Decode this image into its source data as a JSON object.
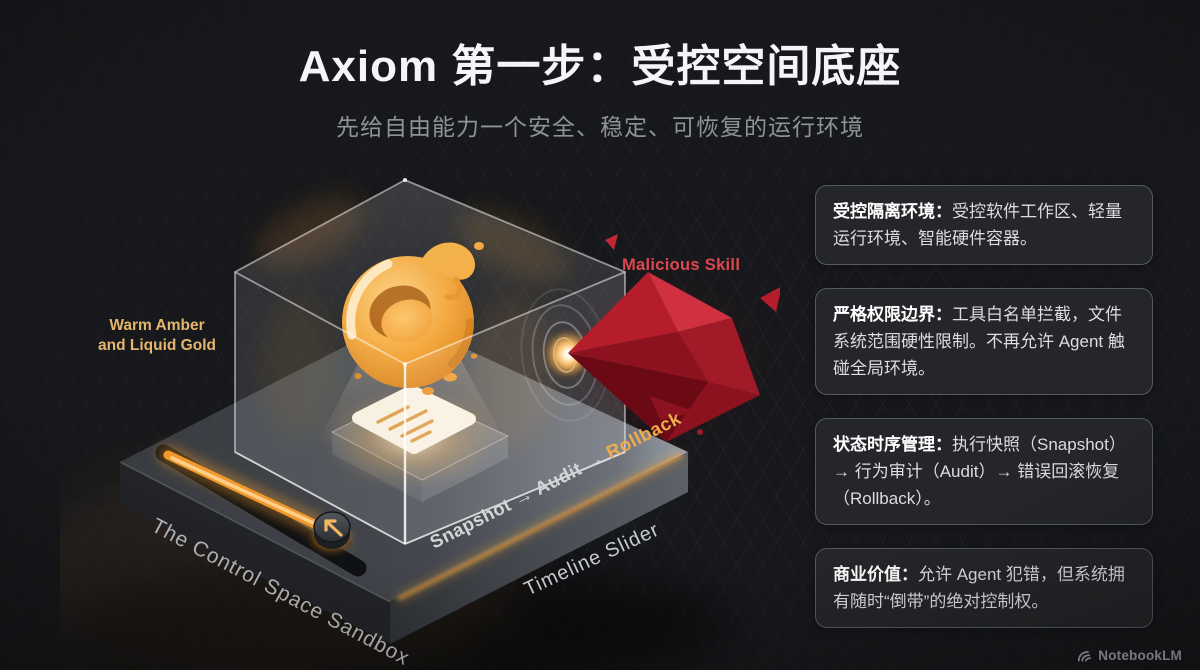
{
  "page": {
    "title": "Axiom 第一步：受控空间底座",
    "subtitle": "先给自由能力一个安全、稳定、可恢复的运行环境"
  },
  "diagram": {
    "labels": {
      "blob_line1": "Warm Amber",
      "blob_line2": "and Liquid Gold",
      "threat": "Malicious Skill",
      "platform": "The Control Space Sandbox",
      "edge_steps_prefix": "Snapshot → Audit → ",
      "edge_steps_highlight": "Rollback",
      "slider": "Timeline Slider"
    },
    "colors": {
      "accent_amber": "#f0ab4a",
      "threat_red": "#dd4750",
      "glass_edge": "#ffffff",
      "background": "#17181b",
      "card_border": "#56595e"
    }
  },
  "cards": [
    {
      "lead": "受控隔离环境：",
      "body": "受控软件工作区、轻量运行环境、智能硬件容器。"
    },
    {
      "lead": "严格权限边界：",
      "body": "工具白名单拦截，文件系统范围硬性限制。不再允许 Agent 触碰全局环境。"
    },
    {
      "lead": "状态时序管理：",
      "body": "执行快照（Snapshot）→ 行为审计（Audit）→ 错误回滚恢复（Rollback）。"
    },
    {
      "lead": "商业价值：",
      "body": "允许 Agent 犯错，但系统拥有随时“倒带”的绝对控制权。"
    }
  ],
  "footer": {
    "brand": "NotebookLM"
  }
}
